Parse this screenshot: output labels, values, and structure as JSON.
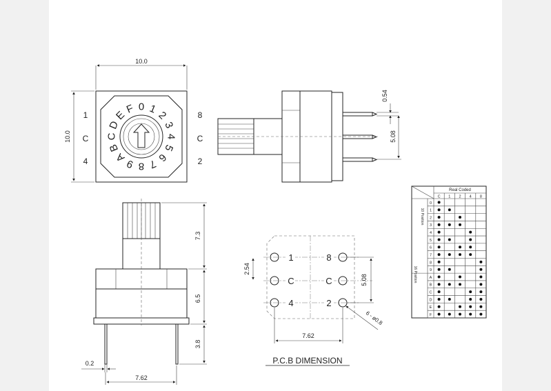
{
  "top_view": {
    "width_dim": "10.0",
    "height_dim": "10.0",
    "left_pins": [
      "1",
      "C",
      "4"
    ],
    "right_pins": [
      "8",
      "C",
      "2"
    ],
    "dial_chars": [
      "0",
      "1",
      "2",
      "3",
      "4",
      "5",
      "6",
      "7",
      "8",
      "9",
      "A",
      "B",
      "C",
      "D",
      "E",
      "F"
    ]
  },
  "side_view": {
    "pin_width_dim": "0.54",
    "pitch_dim": "5.08"
  },
  "front_view": {
    "shaft_dim": "7.3",
    "body_dim": "6.5",
    "pin_length_dim": "3.8",
    "pin_thickness_dim": "0.2",
    "pin_spacing_dim": "7.62"
  },
  "pcb": {
    "title": "P.C.B DIMENSION",
    "left_labels": [
      "1",
      "C",
      "4"
    ],
    "right_labels": [
      "8",
      "C",
      "2"
    ],
    "row_pitch_dim": "2.54",
    "col_spacing_dim": "7.62",
    "right_pitch_dim": "5.08",
    "hole_note": "6 - ø0.8"
  },
  "code_table": {
    "header": "Real Coded",
    "columns": [
      "C",
      "1",
      "2",
      "4",
      "8"
    ],
    "group_10": "10 Position",
    "group_16": "16 Position",
    "rows": [
      {
        "pos": "0",
        "dots": [
          1,
          0,
          0,
          0,
          0
        ]
      },
      {
        "pos": "1",
        "dots": [
          1,
          1,
          0,
          0,
          0
        ]
      },
      {
        "pos": "2",
        "dots": [
          1,
          0,
          1,
          0,
          0
        ]
      },
      {
        "pos": "3",
        "dots": [
          1,
          1,
          1,
          0,
          0
        ]
      },
      {
        "pos": "4",
        "dots": [
          1,
          0,
          0,
          1,
          0
        ]
      },
      {
        "pos": "5",
        "dots": [
          1,
          1,
          0,
          1,
          0
        ]
      },
      {
        "pos": "6",
        "dots": [
          1,
          0,
          1,
          1,
          0
        ]
      },
      {
        "pos": "7",
        "dots": [
          1,
          1,
          1,
          1,
          0
        ]
      },
      {
        "pos": "8",
        "dots": [
          1,
          0,
          0,
          0,
          1
        ]
      },
      {
        "pos": "9",
        "dots": [
          1,
          1,
          0,
          0,
          1
        ]
      },
      {
        "pos": "A",
        "dots": [
          1,
          0,
          1,
          0,
          1
        ]
      },
      {
        "pos": "B",
        "dots": [
          1,
          1,
          1,
          0,
          1
        ]
      },
      {
        "pos": "C",
        "dots": [
          1,
          0,
          0,
          1,
          1
        ]
      },
      {
        "pos": "D",
        "dots": [
          1,
          1,
          0,
          1,
          1
        ]
      },
      {
        "pos": "E",
        "dots": [
          1,
          0,
          1,
          1,
          1
        ]
      },
      {
        "pos": "F",
        "dots": [
          1,
          1,
          1,
          1,
          1
        ]
      }
    ]
  }
}
